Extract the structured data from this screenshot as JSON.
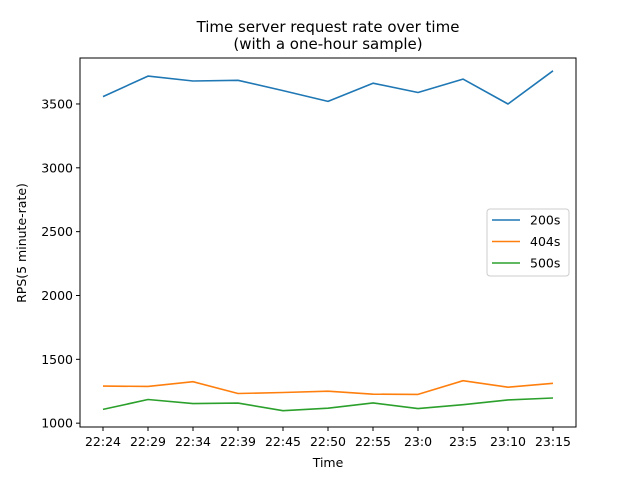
{
  "chart_data": {
    "type": "line",
    "title": "Time server request rate over time",
    "subtitle": "(with a one-hour sample)",
    "xlabel": "Time",
    "ylabel": "RPS(5 minute-rate)",
    "categories": [
      "22:24",
      "22:29",
      "22:34",
      "22:39",
      "22:45",
      "22:50",
      "22:55",
      "23:0",
      "23:5",
      "23:10",
      "23:15"
    ],
    "ylim": [
      970,
      3860
    ],
    "yticks": [
      1000,
      1500,
      2000,
      2500,
      3000,
      3500
    ],
    "grid": false,
    "legend_position": "center-right",
    "series": [
      {
        "name": "200s",
        "color": "#1f77b4",
        "values": [
          3558,
          3718,
          3680,
          3685,
          3605,
          3520,
          3663,
          3590,
          3695,
          3500,
          3760
        ]
      },
      {
        "name": "404s",
        "color": "#ff7f0e",
        "values": [
          1290,
          1288,
          1325,
          1232,
          1240,
          1250,
          1227,
          1225,
          1333,
          1282,
          1312
        ]
      },
      {
        "name": "500s",
        "color": "#2ca02c",
        "values": [
          1108,
          1185,
          1153,
          1157,
          1098,
          1117,
          1159,
          1114,
          1145,
          1182,
          1197
        ]
      }
    ]
  }
}
